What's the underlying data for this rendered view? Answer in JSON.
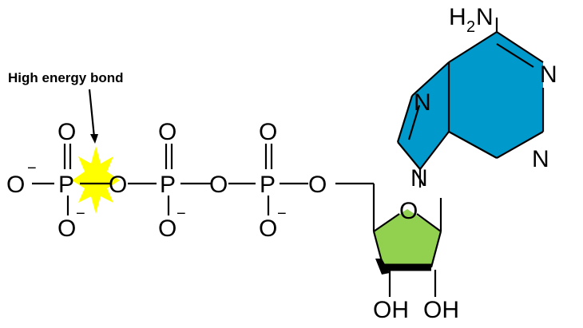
{
  "annotation": {
    "label": "High energy bond"
  },
  "atoms": {
    "phosphorus": "P",
    "oxygen": "O",
    "nitrogen": "N",
    "charge": "−",
    "hydroxyl": "OH",
    "amine_h": "H",
    "amine_sub": "2",
    "amine_n": "N"
  },
  "colors": {
    "adenine_fill": "#0099CC",
    "ribose_fill": "#92D050",
    "highlight": "#FFFF00"
  }
}
